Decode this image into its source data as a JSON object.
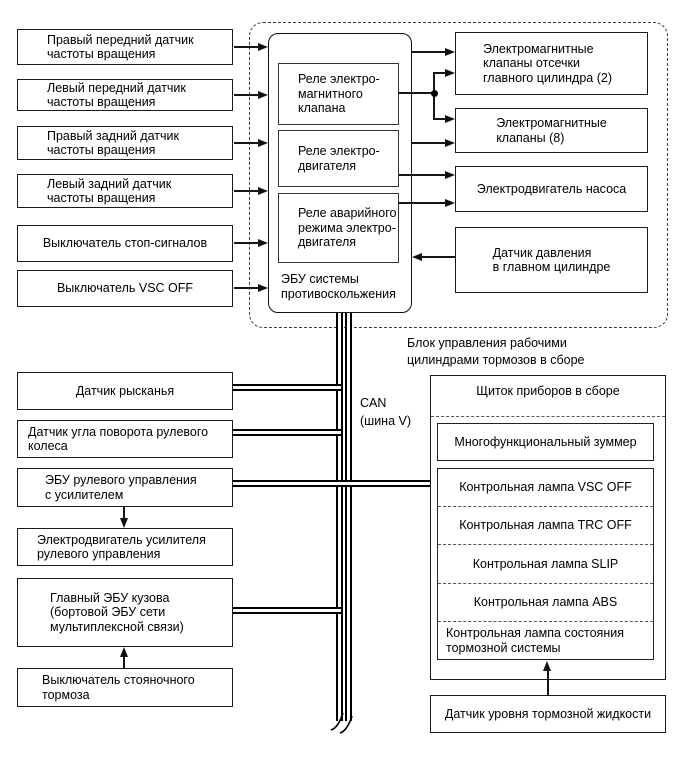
{
  "colors": {
    "line": "#1a1a1a",
    "background": "#ffffff",
    "text": "#000000"
  },
  "wheel_sensor_inputs": [
    {
      "label": "Правый передний датчик\nчастоты вращения"
    },
    {
      "label": "Левый передний датчик\nчастоты вращения"
    },
    {
      "label": "Правый задний датчик\nчастоты вращения"
    },
    {
      "label": "Левый задний датчик\nчастоты вращения"
    },
    {
      "label": "Выключатель стоп-сигналов"
    },
    {
      "label": "Выключатель VSC OFF"
    }
  ],
  "actuator_assembly": {
    "caption": "Блок управления рабочими\nцилиндрами тормозов в сборе",
    "skid_control_ecu": {
      "label": "ЭБУ системы\nпротивоскольжения",
      "relays": [
        {
          "label": "Реле электро-\nмагнитного\nклапана"
        },
        {
          "label": "Реле электро-\nдвигателя"
        },
        {
          "label": "Реле аварийного\nрежима электро-\nдвигателя"
        }
      ]
    },
    "outputs": [
      {
        "label": "Электромагнитные\nклапаны отсечки\nглавного цилиндра (2)"
      },
      {
        "label": "Электромагнитные\nклапаны (8)"
      },
      {
        "label": "Электродвигатель насоса"
      },
      {
        "label": "Датчик давления\nв главном цилиндре"
      }
    ]
  },
  "can_bus": {
    "label": "CAN\n(шина V)"
  },
  "can_nodes": [
    {
      "label": "Датчик рысканья"
    },
    {
      "label": "Датчик угла поворота рулевого\nколеса"
    },
    {
      "label": "ЭБУ рулевого управления\nс усилителем"
    },
    {
      "label": "Электродвигатель усилителя\nрулевого управления"
    },
    {
      "label": "Главный ЭБУ кузова\n(бортовой ЭБУ сети\nмультиплексной связи)"
    },
    {
      "label": "Выключатель стояночного\nтормоза"
    }
  ],
  "instrument_panel": {
    "title": "Щиток приборов в сборе",
    "buzzer": "Многофункциональный зуммер",
    "lamps": [
      "Контрольная лампа VSC OFF",
      "Контрольная лампа TRC OFF",
      "Контрольная лампа SLIP",
      "Контрольная лампа ABS",
      "Контрольная лампа состояния\nтормозной системы"
    ]
  },
  "fluid_level_sensor": {
    "label": "Датчик уровня тормозной жидкости"
  }
}
